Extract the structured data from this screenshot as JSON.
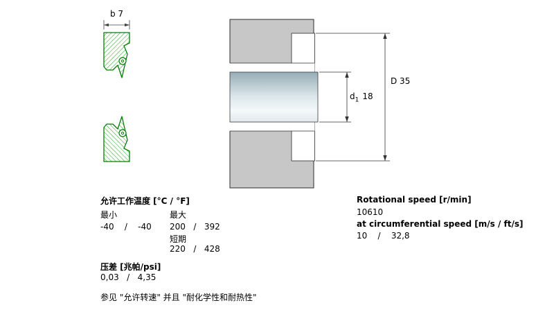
{
  "drawings": {
    "seal": {
      "b_label": "b 7",
      "seal_color": "#067d06"
    },
    "installation": {
      "D_label": "D 35",
      "d1_prefix": "d",
      "d1_sub": "1",
      "d1_value": "18",
      "housing_color": "#c7c7c7"
    }
  },
  "specs": {
    "temperature": {
      "title": "允许工作温度 [°C / °F]",
      "min_label": "最小",
      "max_label": "最大",
      "min_value": "-40    /    -40",
      "max_value": "200   /   392",
      "short_term_label": "短期",
      "short_term_value": "220   /   428"
    },
    "pressure": {
      "title": "压差 [兆帕/psi]",
      "value": "0,03   /   4,35"
    },
    "note": "参见 \"允许转速\" 并且 \"耐化学性和耐热性\"",
    "rotation": {
      "speed_title": "Rotational speed [r/min]",
      "speed_value": "10610",
      "circ_title": "at circumferential speed [m/s / ft/s]",
      "circ_value": "10    /    32,8"
    }
  }
}
